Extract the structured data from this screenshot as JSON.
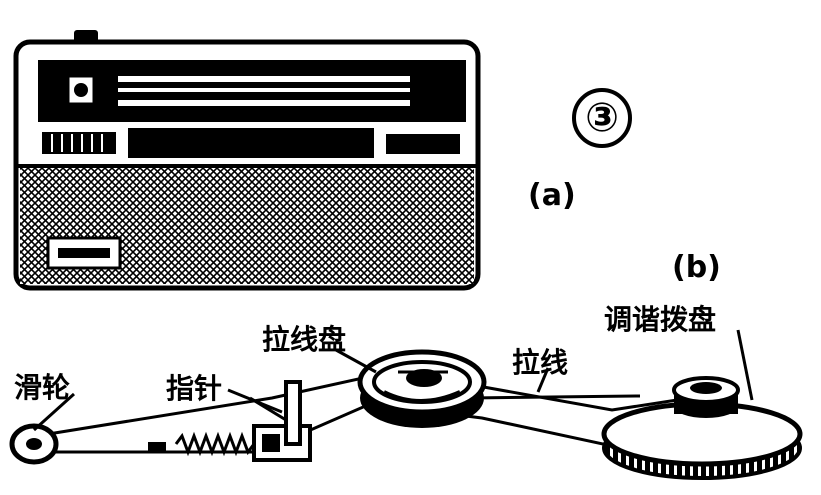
{
  "figure": {
    "number": "③",
    "part_a": "(a)",
    "part_b": "(b)"
  },
  "labels": {
    "pulley": "滑轮",
    "pointer": "指针",
    "drum": "拉线盘",
    "wire": "拉线",
    "tuning_dial": "调谐拨盘"
  },
  "colors": {
    "ink": "#000000",
    "paper": "#ffffff"
  }
}
